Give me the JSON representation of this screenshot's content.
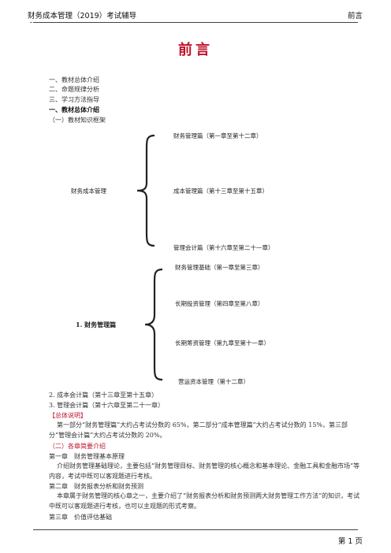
{
  "header": {
    "left": "财务成本管理（2019）考试辅导",
    "right": "前言",
    "dash": "-"
  },
  "title": "前言",
  "toc": [
    "一、教材总体介绍",
    "二、命题规律分析",
    "三、学习方法指导"
  ],
  "section1": "一、教材总体介绍",
  "sub1": "（一）教材知识框架",
  "tree1": {
    "root": "财务成本管理",
    "children": [
      "财务管理篇（第一章至第十二章）",
      "成本管理篇（第十三章至第十五章）",
      "管理会计篇（第十六章至第二十一章）"
    ]
  },
  "tree2": {
    "root": "1. 财务管理篇",
    "children": [
      "财务管理基础（第一章至第三章）",
      "长期投资管理（第四章至第八章）",
      "长期筹资管理（第九章至第十一章）",
      "营运资本管理（第十二章）"
    ]
  },
  "list2": [
    "2. 成本会计篇（第十三章至第十五章）",
    "3. 管理会计篇（第十六章至第二十一章）"
  ],
  "summary_tag": "【总体说明】",
  "summary_text": "第一部分“财务管理篇”大约占考试分数的 65%，第二部分“成本管理篇”大约占考试分数的 15%，第三部分“管理会计篇”大约占考试分数的 20%。",
  "sub2": "（二）各章简要介绍",
  "ch1_title": "第一章　财务管理基本原理",
  "ch1_text": "介绍财务管理基础理论，主要包括“财务管理目标、财务管理的核心概念和基本理论、金融工具和金融市场”等内容，考试中既可以客观题进行考核。",
  "ch2_title": "第二章　财务报表分析和财务预测",
  "ch2_text": "本章属于财务管理的核心章之一，主要介绍了“财务报表分析和财务预测两大财务管理工作方法”的知识，考试中既可以客观题进行考核，也可以主观题的形式考察。",
  "ch3_title": "第三章　价值评估基础",
  "footer": "第 1 页"
}
